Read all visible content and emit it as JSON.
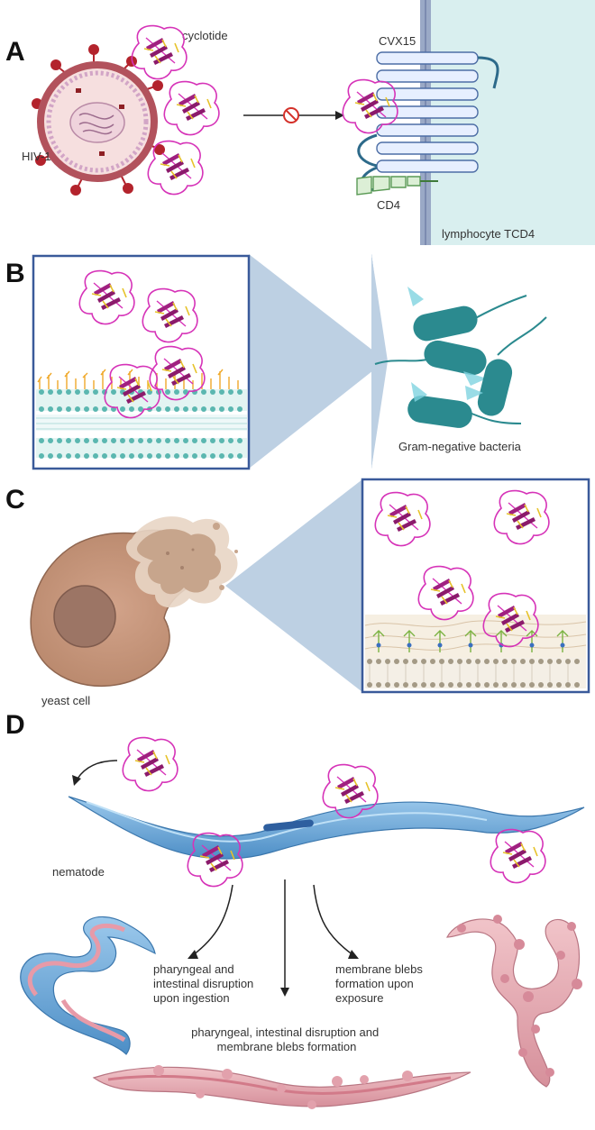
{
  "panels": {
    "a": {
      "letter": "A",
      "virus_label": "HIV-1",
      "peptide_label": "cyclotide",
      "receptor_label": "CVX15",
      "coreceptor_label": "CD4",
      "cell_label": "lymphocyte TCD4",
      "block_icon": "prohibited-icon"
    },
    "b": {
      "letter": "B",
      "target_label": "Gram-negative bacteria"
    },
    "c": {
      "letter": "C",
      "target_label": "yeast cell"
    },
    "d": {
      "letter": "D",
      "organism_label": "nematode",
      "outcome_left": [
        "pharyngeal and",
        "intestinal disruption",
        "upon ingestion"
      ],
      "outcome_right": [
        "membrane blebs",
        "formation upon",
        "exposure"
      ],
      "outcome_center": [
        "pharyngeal, intestinal disruption and",
        "membrane blebs formation"
      ]
    }
  },
  "colors": {
    "cyclotide_loop": "#d633b8",
    "cyclotide_sheet": "#8b1a6b",
    "virus_ring": "#b2525c",
    "virus_spike": "#b3232c",
    "cell_bg": "#d9efef",
    "membrane_teal": "#5bb7b0",
    "bacteria": "#2b8a8f",
    "yeast": "#c9977a",
    "nematode_blue": "#6aa9d8",
    "nematode_pink": "#e8a9b3"
  }
}
